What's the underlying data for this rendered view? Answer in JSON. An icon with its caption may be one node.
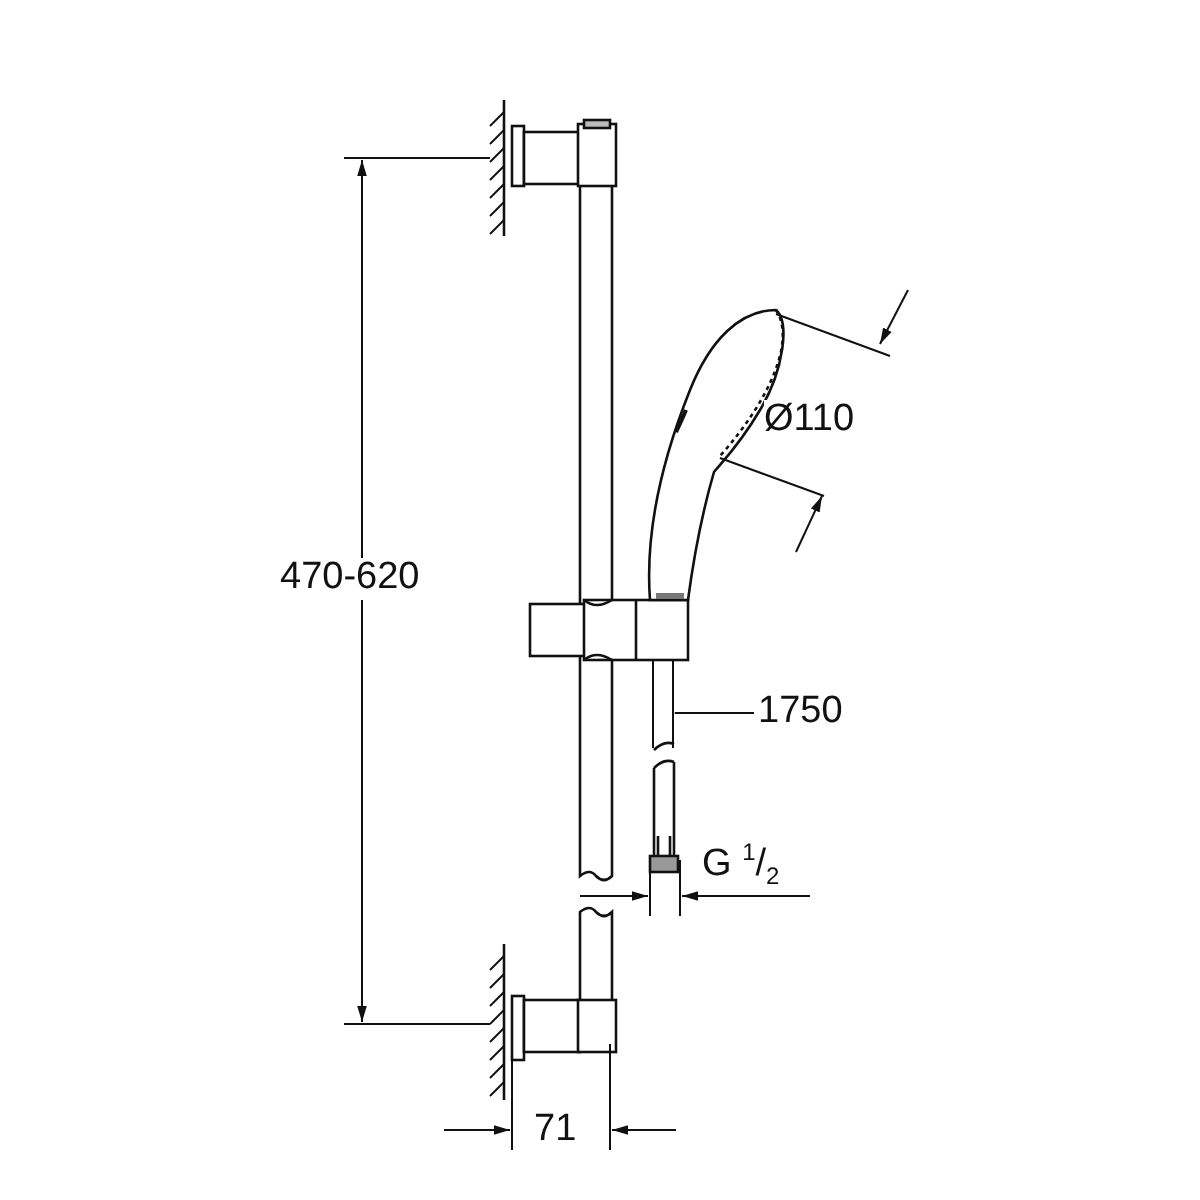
{
  "diagram": {
    "nodes": [
      {
        "text": [
          "1750"
        ]
      },
      {
        "text": [],
        "shape": "bar"
      }
    ],
    "edges": [
      {
        "from": 0,
        "to": 1,
        "arrow": "none"
      }
    ],
    "labels": [
      "Ø110",
      "470-620",
      "G $^{1}$/$_{2}$",
      "71"
    ]
  }
}
